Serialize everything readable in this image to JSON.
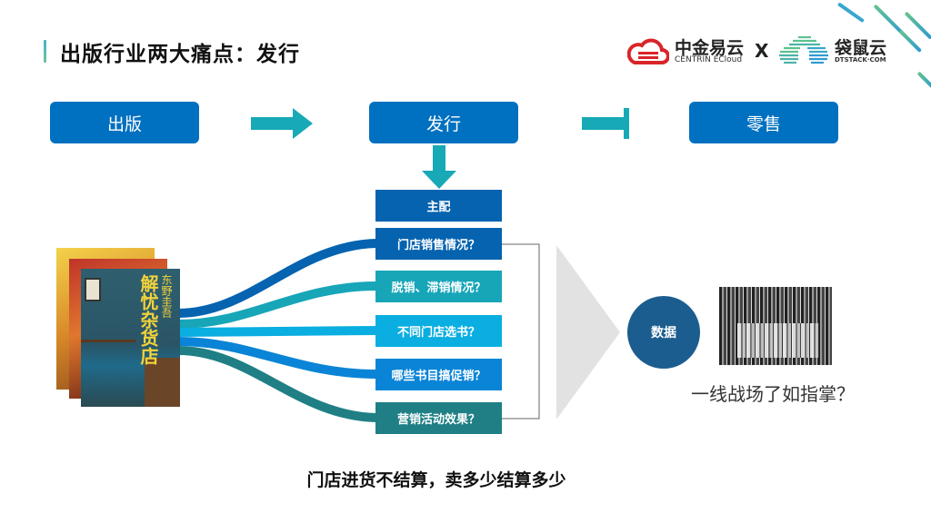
{
  "title": "出版行业两大痛点：发行",
  "logos": {
    "left_cn": "中金易云",
    "left_en": "CENTRIN ECloud",
    "separator": "X",
    "right_cn": "袋鼠云",
    "right_en": "DTSTACK·COM"
  },
  "stages": [
    {
      "label": "出版"
    },
    {
      "label": "发行"
    },
    {
      "label": "零售"
    }
  ],
  "distribution": {
    "header": "主配",
    "questions": [
      {
        "label": "门店销售情况？",
        "color": "#0563b0"
      },
      {
        "label": "脱销、滞销情况？",
        "color": "#17a6b8"
      },
      {
        "label": "不同门店选书？",
        "color": "#0aaee0"
      },
      {
        "label": "哪些书目搞促销？",
        "color": "#0a84d6"
      },
      {
        "label": "营销活动效果？",
        "color": "#1f7f85"
      }
    ]
  },
  "books": {
    "front_title": "解忧杂货店",
    "front_author": "东野圭吾"
  },
  "data_circle": {
    "label": "数据",
    "color": "#1b5d8f"
  },
  "caption": "一线战场了如指掌？",
  "bottom_text": "门店进货不结算，卖多少结算多少",
  "colors": {
    "stage": "#0070c0",
    "arrow": "#17a9b6",
    "header": "#0563b0"
  }
}
